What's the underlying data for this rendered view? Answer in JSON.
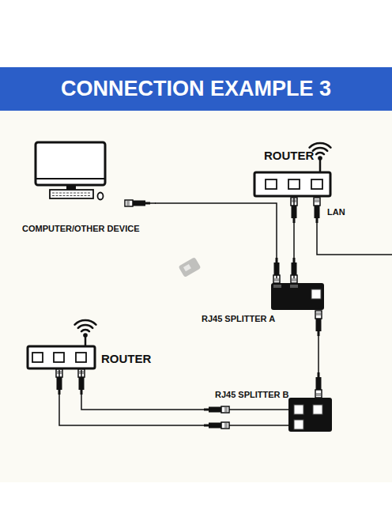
{
  "diagram": {
    "title": "CONNECTION EXAMPLE 3",
    "nodes": [
      {
        "text": [
          "COMPUTER/OTHER DEVICE"
        ]
      },
      {
        "text": [
          "ROUTER"
        ]
      },
      {
        "text": [
          "RJ45 SPLITTER A"
        ]
      },
      {
        "text": [
          "ROUTER"
        ]
      },
      {
        "text": [
          "RJ45 SPLITTER B"
        ]
      }
    ],
    "edges": [
      {
        "from": 0,
        "to": 2,
        "arrow": "none"
      },
      {
        "from": 1,
        "to": 2,
        "arrow": "none"
      },
      {
        "from": 2,
        "to": 4,
        "arrow": "none"
      },
      {
        "from": 3,
        "to": 4,
        "arrow": "none"
      },
      {
        "from": 3,
        "to": 4,
        "arrow": "none"
      }
    ],
    "labels": [
      "LAN"
    ]
  }
}
